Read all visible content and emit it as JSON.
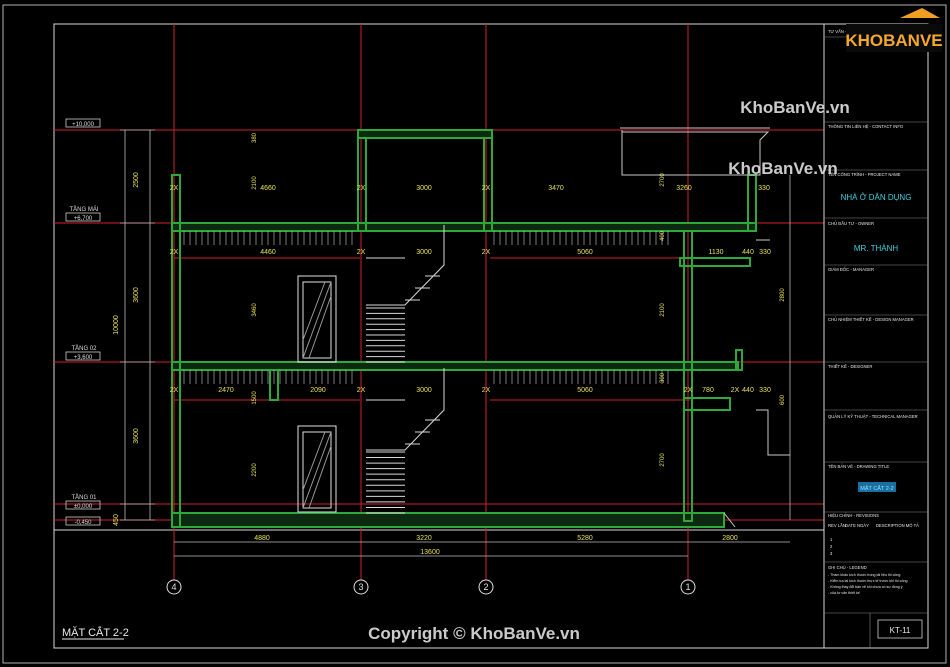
{
  "watermarks": {
    "logo_text": "KHOBANVE",
    "brand_1": "KhoBanVe.vn",
    "brand_2": "KhoBanVe.vn",
    "copyright": "Copyright © KhoBanVe.vn"
  },
  "title": "MẶT CẮT 2-2",
  "levels": {
    "roof": "+10,000",
    "tang_mai_label": "TẦNG MÁI",
    "tang_mai": "+6,700",
    "tang_02_label": "TẦNG 02",
    "tang_02": "+3,600",
    "tang_01_label": "TẦNG 01",
    "tang_01": "±0,000",
    "ground": "-0,450"
  },
  "dims_vertical_left": [
    "2500",
    "3600",
    "3600",
    "10000",
    "450"
  ],
  "dims_bottom": [
    "4880",
    "3220",
    "5280",
    "2800"
  ],
  "dim_total": "13600",
  "axes": [
    "4",
    "3",
    "2",
    "1"
  ],
  "dims_upper": [
    "4660",
    "3000",
    "3470",
    "3260",
    "330"
  ],
  "dims_mid": [
    "4460",
    "3000",
    "5060",
    "1130",
    "440",
    "330"
  ],
  "dims_low": [
    "2470",
    "2090",
    "3000",
    "5060",
    "780",
    "440",
    "330"
  ],
  "dims_small_v": [
    "380",
    "2100",
    "2700",
    "3460",
    "2800",
    "400",
    "2200",
    "300",
    "600",
    "1500",
    "2100",
    "2700"
  ],
  "wall_tag": "2X",
  "title_block": {
    "header": "TƯ VẤN - XÂY DỰNG",
    "contact": "THÔNG TIN LIÊN HỆ - CONTACT INFO",
    "project_label": "TÊN CÔNG TRÌNH - PROJECT NAME",
    "project": "NHÀ Ở DÂN DỤNG",
    "owner_label": "CHỦ ĐẦU TƯ - OWNER",
    "owner": "MR. THÀNH",
    "director": "GIÁM ĐỐC - MANAGER",
    "design_manager": "CHỦ NHIỆM THIẾT KẾ - DESIGN MANAGER",
    "designer": "THIẾT KẾ - DESIGNER",
    "tech_manager": "QUẢN LÝ KỸ THUẬT - TECHNICAL MANAGER",
    "drawing_title_label": "TÊN BẢN VẼ - DRAWING TITLE",
    "drawing_title": "MẶT CẮT 2-2",
    "revision_label": "HIỆU CHỈNH - REVISIONS",
    "rev_cols": [
      "REV LẦN",
      "DATE NGÀY",
      "DESCRIPTION MÔ TẢ"
    ],
    "rev_rows": [
      "1",
      "2",
      "3"
    ],
    "notes_label": "GHI CHÚ - LEGEND",
    "notes": [
      "- Tham khảo kích thước trong tài liệu thi công",
      "- Kiểm tra lại kích thước thực tế trước khi thi công",
      "- Không thay đổi bản vẽ khi chưa có sự đồng ý",
      "- của tư vấn thiết kế"
    ],
    "sheet": "KT-11"
  }
}
